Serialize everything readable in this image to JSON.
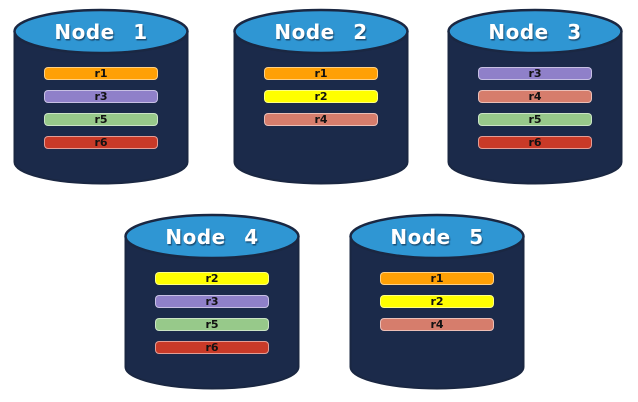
{
  "diagram": {
    "background_color": "#ffffff"
  },
  "colors": {
    "cylinder_body": "#1b2a4a",
    "cylinder_outline": "#1a2742",
    "cylinder_top": "#2f96d3",
    "node_title_text": "#ffffff",
    "replica_label_text": "#121212"
  },
  "nodes": [
    {
      "title": "Node 1",
      "replicas": [
        {
          "label": "r1",
          "color": "#ffa005"
        },
        {
          "label": "r3",
          "color": "#8f80c9"
        },
        {
          "label": "r5",
          "color": "#97c98a"
        },
        {
          "label": "r6",
          "color": "#c93a28"
        }
      ]
    },
    {
      "title": "Node 2",
      "replicas": [
        {
          "label": "r1",
          "color": "#ffa005"
        },
        {
          "label": "r2",
          "color": "#ffff00"
        },
        {
          "label": "r4",
          "color": "#d67d6c"
        }
      ]
    },
    {
      "title": "Node 3",
      "replicas": [
        {
          "label": "r3",
          "color": "#8f80c9"
        },
        {
          "label": "r4",
          "color": "#d67d6c"
        },
        {
          "label": "r5",
          "color": "#97c98a"
        },
        {
          "label": "r6",
          "color": "#c93a28"
        }
      ]
    },
    {
      "title": "Node 4",
      "replicas": [
        {
          "label": "r2",
          "color": "#ffff00"
        },
        {
          "label": "r3",
          "color": "#8f80c9"
        },
        {
          "label": "r5",
          "color": "#97c98a"
        },
        {
          "label": "r6",
          "color": "#c93a28"
        }
      ]
    },
    {
      "title": "Node 5",
      "replicas": [
        {
          "label": "r1",
          "color": "#ffa005"
        },
        {
          "label": "r2",
          "color": "#ffff00"
        },
        {
          "label": "r4",
          "color": "#d67d6c"
        }
      ]
    }
  ]
}
